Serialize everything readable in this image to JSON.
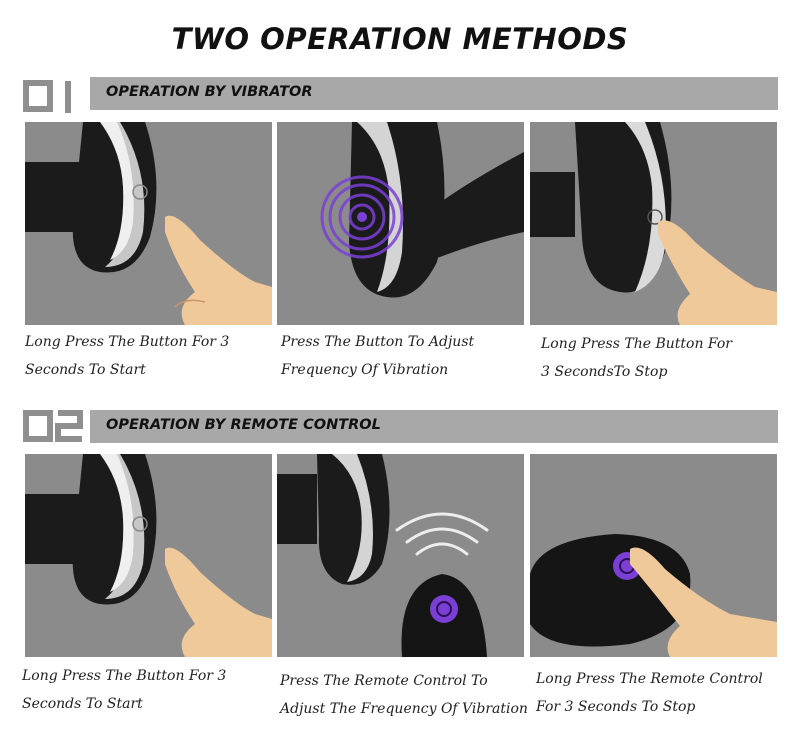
{
  "title": "TWO OPERATION METHODS",
  "sections": [
    {
      "number": "01",
      "heading": "OPERATION BY VIBRATOR",
      "steps": [
        {
          "lines": [
            "Long Press The Button For 3",
            "Seconds To Start"
          ]
        },
        {
          "lines": [
            "Press The Button To Adjust",
            "Frequency Of Vibration"
          ]
        },
        {
          "lines": [
            "Long Press The Button For",
            "3 SecondsTo Stop"
          ]
        }
      ]
    },
    {
      "number": "02",
      "heading": "OPERATION BY REMOTE CONTROL",
      "steps": [
        {
          "lines": [
            "Long Press The Button For 3",
            "Seconds To Start"
          ]
        },
        {
          "lines": [
            "Press The Remote Control To",
            "Adjust The Frequency Of Vibration"
          ]
        },
        {
          "lines": [
            "Long Press The Remote Control",
            "For 3 Seconds To Stop"
          ]
        }
      ]
    }
  ],
  "colors": {
    "panel_bg": "#8b8b8b",
    "section_bar": "#a8a8a8",
    "accent_purple": "#7b3fd6",
    "device_black": "#151515",
    "finger": "#f0c99a"
  }
}
